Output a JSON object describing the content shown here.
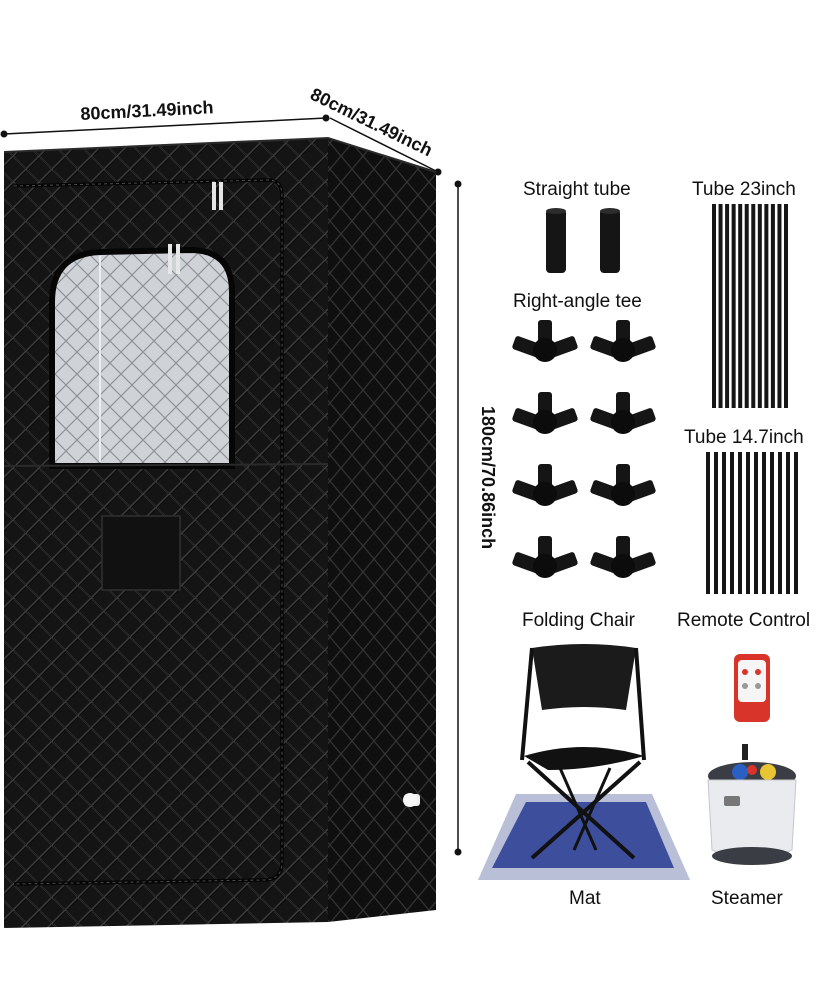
{
  "dimensions": {
    "width": "80cm/31.49inch",
    "depth": "80cm/31.49inch",
    "height": "180cm/70.86inch"
  },
  "parts": {
    "straight_tube": "Straight tube",
    "right_angle_tee": "Right-angle tee",
    "tube_long": "Tube 23inch",
    "tube_short": "Tube 14.7inch",
    "folding_chair": "Folding Chair",
    "remote_control": "Remote Control",
    "mat": "Mat",
    "steamer": "Steamer"
  },
  "colors": {
    "tent": "#141414",
    "quilt_line": "#3a3a3a",
    "mat_border": "#b9bfd6",
    "mat_center": "#3d4f9c",
    "remote_red": "#d8342a",
    "steamer_body": "#e9ebee"
  },
  "counts": {
    "straight_tubes": 2,
    "tees": 8,
    "long_tubes": 12,
    "short_tubes": 12
  },
  "icons": [
    "sauna-tent-icon",
    "straight-tube-icon",
    "tee-connector-icon",
    "tube-rod-icon",
    "folding-chair-icon",
    "remote-control-icon",
    "mat-icon",
    "steamer-icon"
  ]
}
